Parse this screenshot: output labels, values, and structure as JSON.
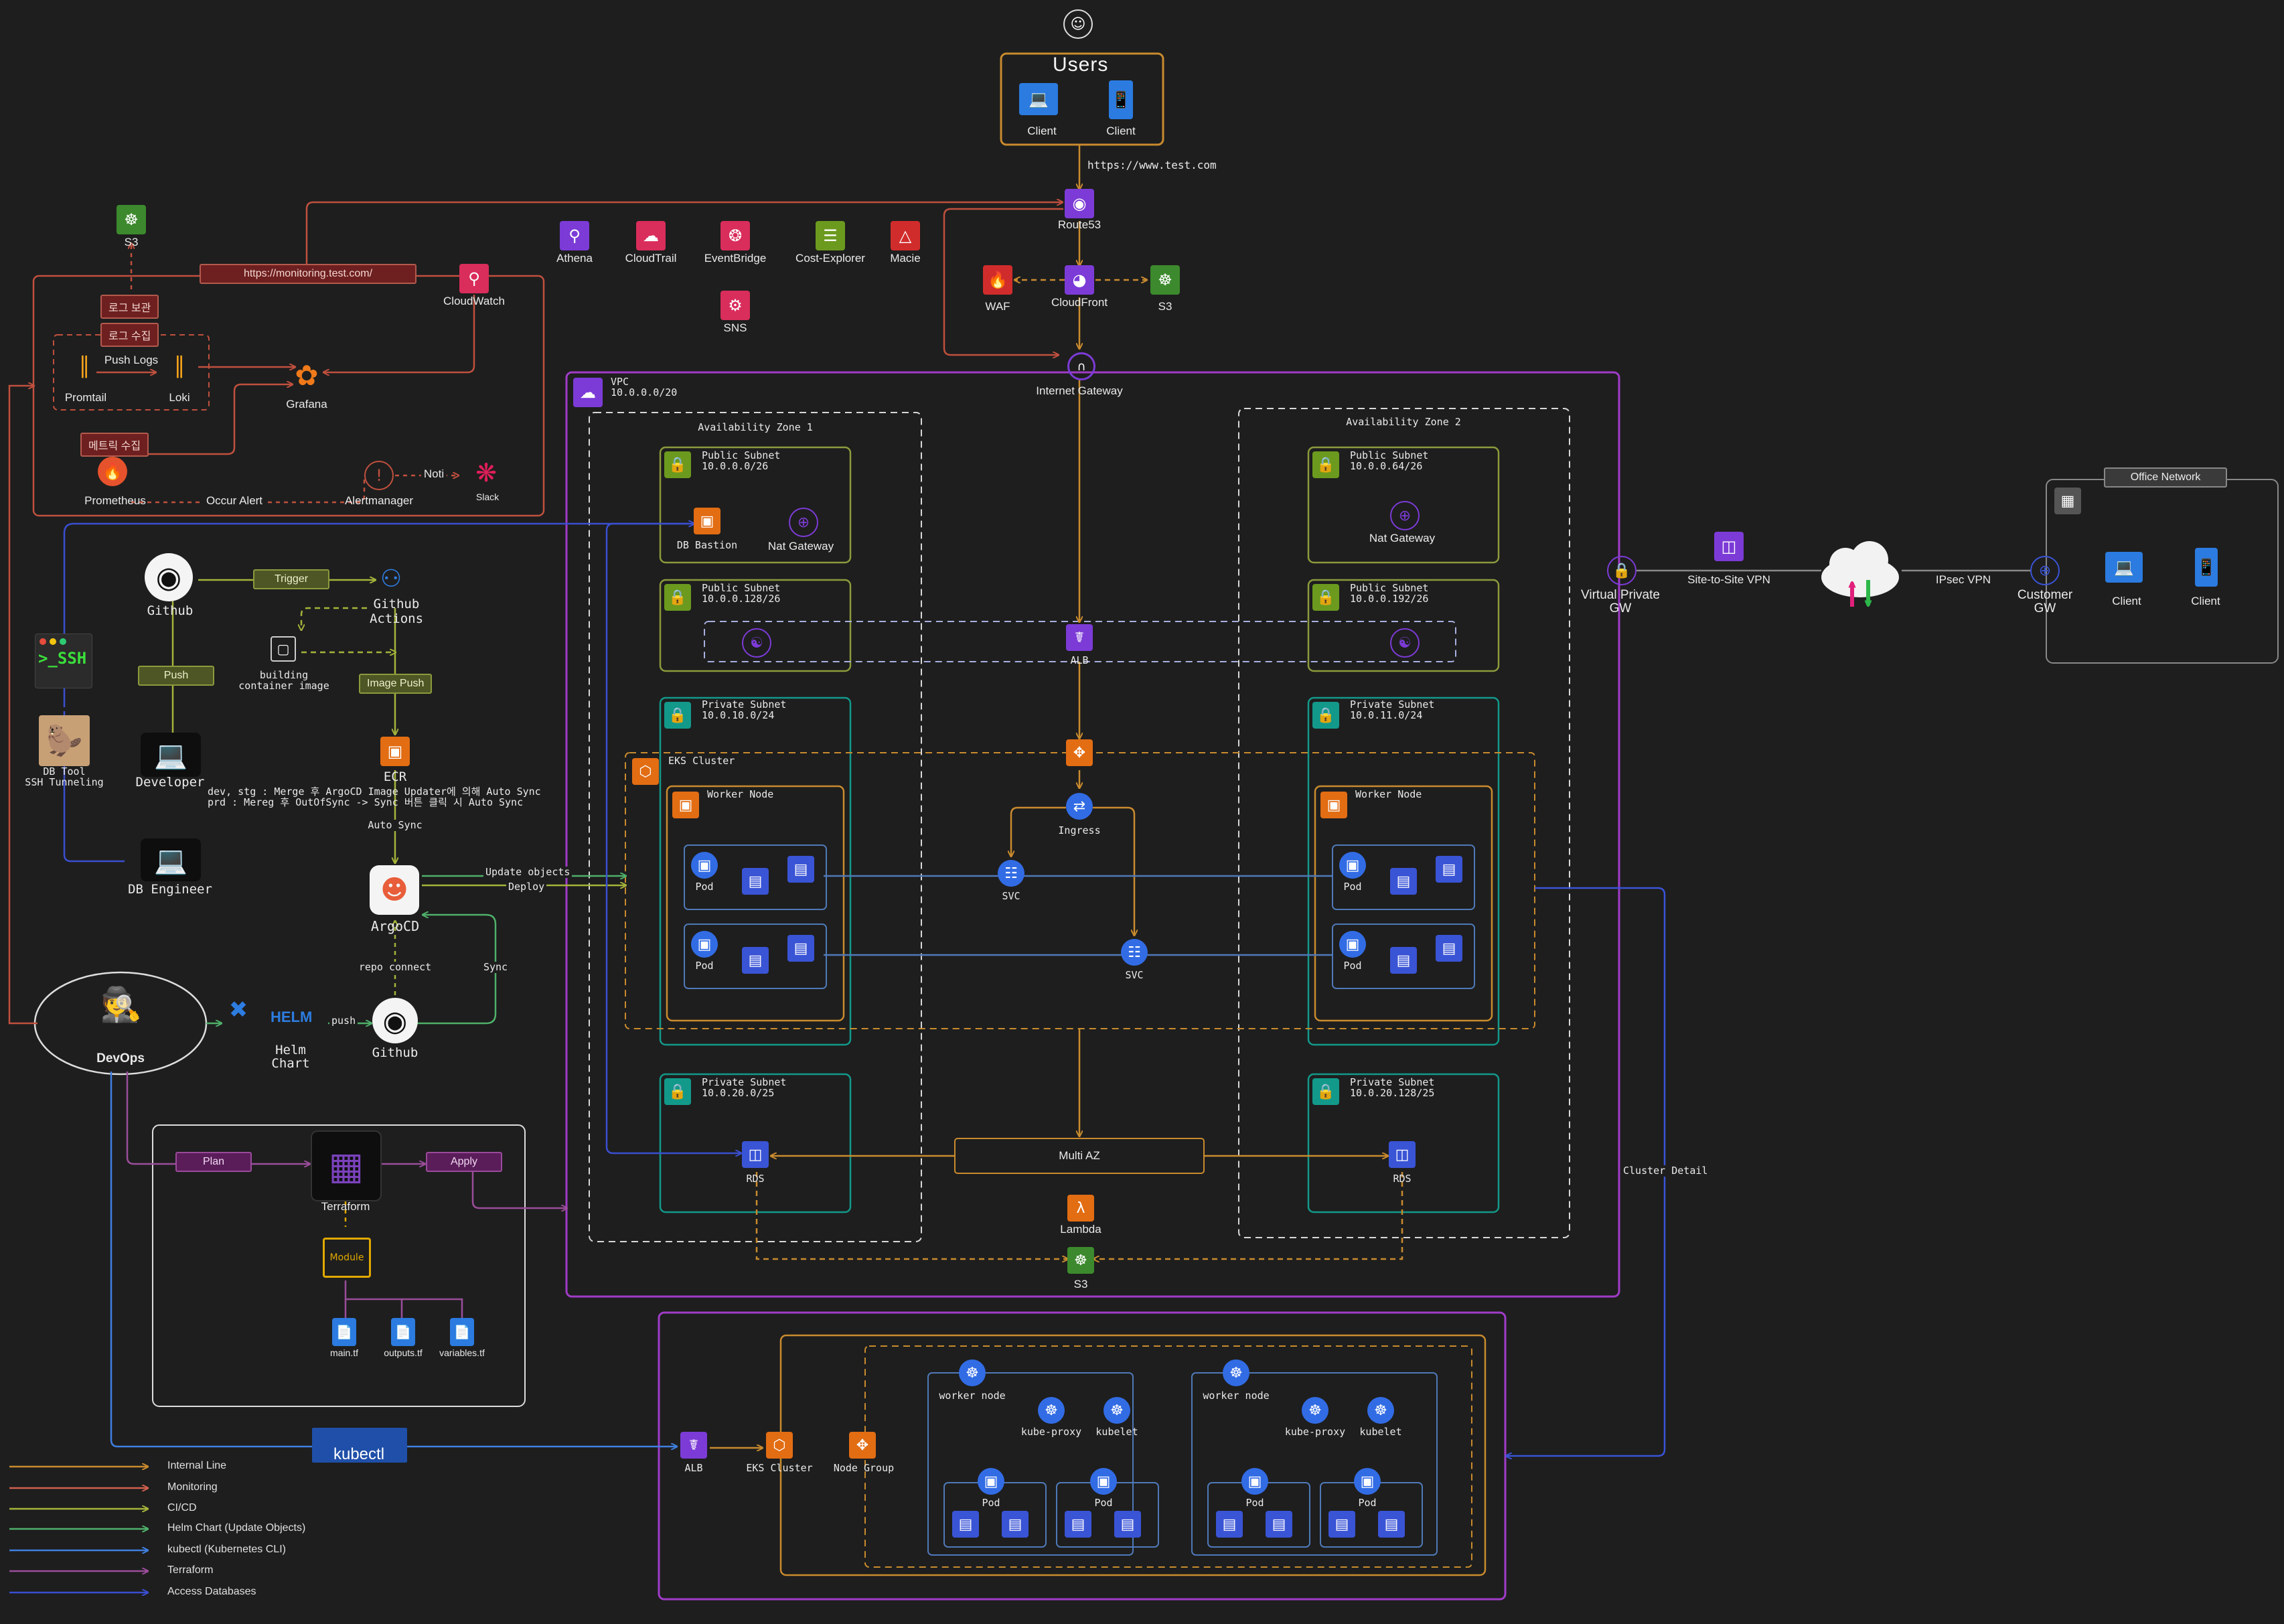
{
  "users": {
    "title": "Users",
    "client1": "Client",
    "client2": "Client",
    "url": "https://www.test.com"
  },
  "edge": {
    "route53": "Route53",
    "waf": "WAF",
    "cloudfront": "CloudFront",
    "s3": "S3",
    "igw": "Internet Gateway"
  },
  "services": [
    "Athena",
    "CloudTrail",
    "EventBridge",
    "Cost-Explorer",
    "Macie",
    "SNS"
  ],
  "monitoring": {
    "s3": "S3",
    "url_tag": "https://monitoring.test.com/",
    "cloudwatch": "CloudWatch",
    "log_store": "로그 보관",
    "log_collect": "로그 수집",
    "push_logs": "Push Logs",
    "promtail": "Promtail",
    "loki": "Loki",
    "grafana": "Grafana",
    "metric_collect": "메트릭 수집",
    "prometheus": "Prometheus",
    "occur_alert": "Occur Alert",
    "alertmanager": "Alertmanager",
    "noti": "Noti",
    "slack": "Slack"
  },
  "cicd": {
    "github": "Github",
    "trigger": "Trigger",
    "github_actions": [
      "Github",
      "Actions"
    ],
    "building": [
      "building",
      "container image"
    ],
    "image_push": "Image Push",
    "push": "Push",
    "ecr": "ECR",
    "developer": "Developer",
    "ssh": ">_SSH",
    "db_tool": [
      "DB Tool",
      "SSH Tunneling"
    ],
    "db_engineer": "DB Engineer",
    "argocd_note": [
      "dev, stg : Merge 후 ArgoCD Image Updater에 의해 Auto Sync",
      "prd : Mereg 후 OutOfSync -> Sync 버튼 클릭 시 Auto Sync"
    ],
    "auto_sync": "Auto Sync",
    "argocd": "ArgoCD",
    "update_objects": "Update objects",
    "deploy": "Deploy",
    "repo_connect": "repo connect",
    "sync": "Sync",
    "devops": "DevOps",
    "helm": [
      "Helm",
      "Chart"
    ],
    "helm_logo": "HELM",
    "push2": "push",
    "github2": "Github"
  },
  "terraform": {
    "plan": "Plan",
    "terraform": "Terraform",
    "apply": "Apply",
    "module": "Module",
    "files": [
      "main.tf",
      "outputs.tf",
      "variables.tf"
    ]
  },
  "kubectl": "kubectl",
  "vpc": {
    "title": [
      "VPC",
      "10.0.0.0/20"
    ],
    "az1": "Availability Zone 1",
    "az2": "Availability Zone 2",
    "pub1": [
      "Public Subnet",
      "10.0.0.0/26"
    ],
    "pub2": [
      "Public Subnet",
      "10.0.0.64/26"
    ],
    "pub3": [
      "Public Subnet",
      "10.0.0.128/26"
    ],
    "pub4": [
      "Public Subnet",
      "10.0.0.192/26"
    ],
    "priv1": [
      "Private Subnet",
      "10.0.10.0/24"
    ],
    "priv2": [
      "Private Subnet",
      "10.0.11.0/24"
    ],
    "priv3": [
      "Private Subnet",
      "10.0.20.0/25"
    ],
    "priv4": [
      "Private Subnet",
      "10.0.20.128/25"
    ],
    "db_bastion": "DB Bastion",
    "nat1": "Nat Gateway",
    "nat2": "Nat Gateway",
    "alb": "ALB",
    "eks": "EKS Cluster",
    "worker1": "Worker Node",
    "worker2": "Worker Node",
    "ingress": "Ingress",
    "svc": "SVC",
    "pod": "Pod",
    "multi_az": "Multi AZ",
    "rds": "RDS",
    "lambda": "Lambda",
    "s3": "S3"
  },
  "vpn": {
    "vpgw": [
      "Virtual Private",
      "GW"
    ],
    "s2s": "Site-to-Site VPN",
    "ipsec": "IPsec VPN",
    "cgw": [
      "Customer",
      "GW"
    ],
    "office": "Office Network",
    "client": "Client"
  },
  "cluster_detail": {
    "label": "Cluster Detail",
    "alb": "ALB",
    "eks": "EKS Cluster",
    "node_group": "Node Group",
    "worker_node": "worker node",
    "kube_proxy": "kube-proxy",
    "kubelet": "kubelet",
    "pod": "Pod"
  },
  "legend": [
    {
      "label": "Internal Line",
      "color": "#c98b2e"
    },
    {
      "label": "Monitoring",
      "color": "#d0604e"
    },
    {
      "label": "CI/CD",
      "color": "#a5b33a"
    },
    {
      "label": "Helm Chart (Update Objects)",
      "color": "#4fb06a"
    },
    {
      "label": "kubectl (Kubernetes CLI)",
      "color": "#3f7fe0"
    },
    {
      "label": "Terraform",
      "color": "#9a4d9a"
    },
    {
      "label": "Access Databases",
      "color": "#3a4fd0"
    }
  ]
}
